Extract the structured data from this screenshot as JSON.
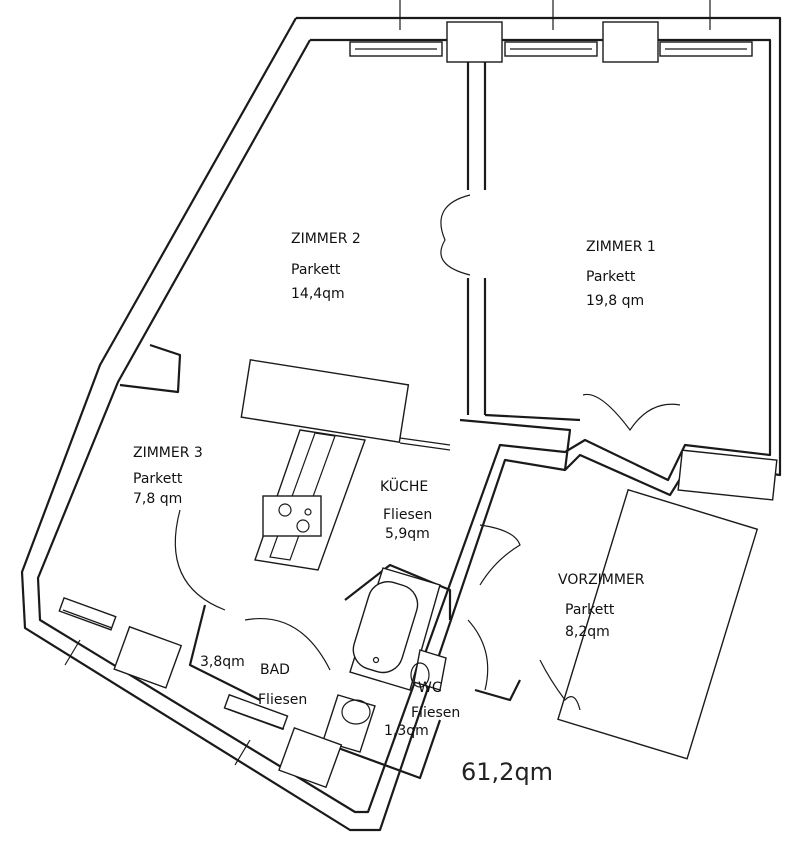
{
  "rooms": {
    "zimmer2": {
      "name": "ZIMMER 2",
      "floor": "Parkett",
      "area": "14,4qm"
    },
    "zimmer1": {
      "name": "ZIMMER 1",
      "floor": "Parkett",
      "area": "19,8 qm"
    },
    "zimmer3": {
      "name": "ZIMMER 3",
      "floor": "Parkett",
      "area": "7,8 qm"
    },
    "kueche": {
      "name": "KÜCHE",
      "floor": "Fliesen",
      "area": "5,9qm"
    },
    "vorzimmer": {
      "name": "VORZIMMER",
      "floor": "Parkett",
      "area": "8,2qm"
    },
    "bad": {
      "name": "BAD",
      "floor": "Fliesen",
      "area": "3,8qm"
    },
    "wc": {
      "name": "WC",
      "floor": "Fliesen",
      "area": "1,3qm"
    }
  },
  "total_area": "61,2qm"
}
